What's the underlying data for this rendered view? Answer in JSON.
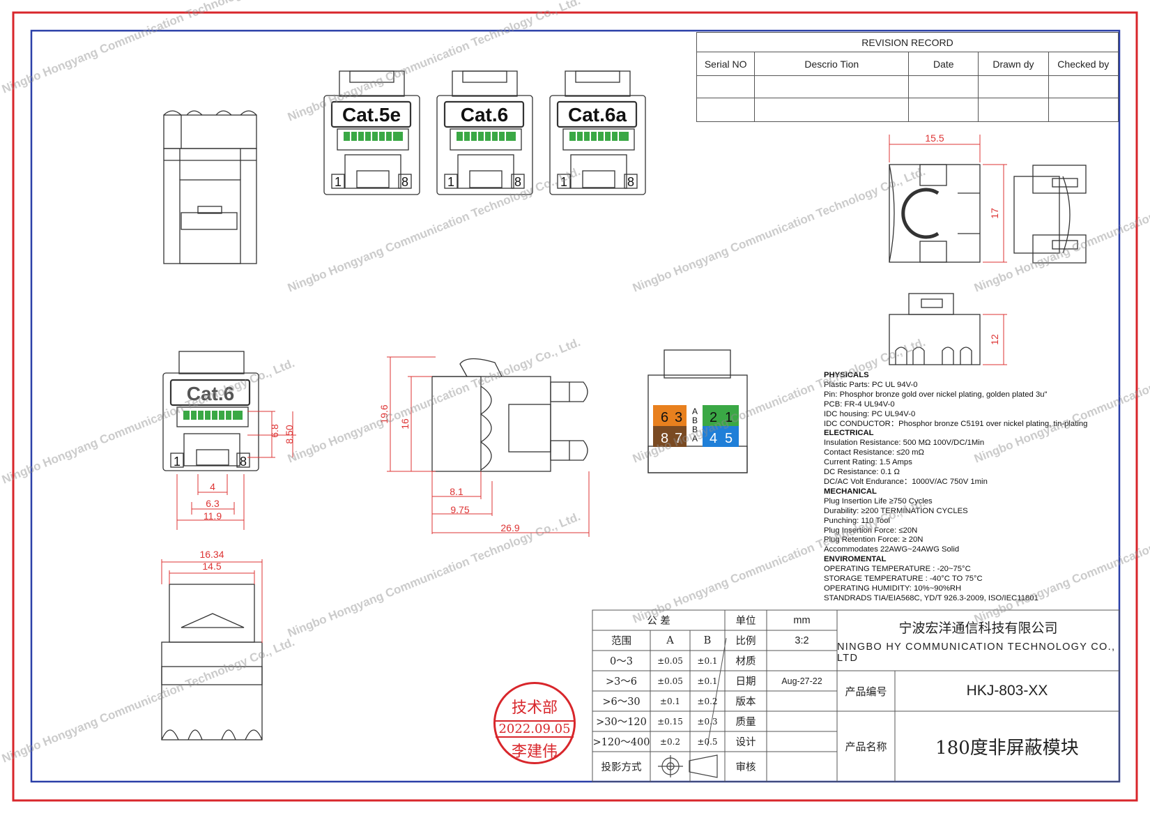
{
  "revision": {
    "title": "REVISION RECORD",
    "headers": [
      "Serial NO",
      "Descrio Tion",
      "Date",
      "Drawn dy",
      "Checked by"
    ]
  },
  "front_views": [
    {
      "label": "Cat.5e",
      "pin_left": "1",
      "pin_right": "8"
    },
    {
      "label": "Cat.6",
      "pin_left": "1",
      "pin_right": "8"
    },
    {
      "label": "Cat.6a",
      "pin_left": "1",
      "pin_right": "8"
    }
  ],
  "detail_view": {
    "label": "Cat.6",
    "pin_left": "1",
    "pin_right": "8"
  },
  "dimensions": {
    "top_width": "15.5",
    "side_height": "17",
    "bottom_height": "12",
    "opening_h": "6.8",
    "overall_h": "8.50",
    "w4": "4",
    "w63": "6.3",
    "w119": "11.9",
    "side_h196": "19.6",
    "side_h16": "16",
    "l81": "8.1",
    "l975": "9.75",
    "l269": "26.9",
    "w1634": "16.34",
    "w145": "14.5"
  },
  "wiring": {
    "left_top": [
      "6",
      "3"
    ],
    "left_bottom": [
      "8",
      "7"
    ],
    "right_top": [
      "2",
      "1"
    ],
    "right_bottom": [
      "4",
      "5"
    ],
    "mid": [
      "A",
      "B",
      "B",
      "A"
    ]
  },
  "specs": [
    {
      "type": "h",
      "text": "PHYSICALS"
    },
    {
      "type": "r",
      "text": "Plastic Parts: PC UL 94V-0"
    },
    {
      "type": "r",
      "text": "Pin: Phosphor bronze gold over nickel plating, golden plated 3u\""
    },
    {
      "type": "r",
      "text": "PCB: FR-4 UL94V-0"
    },
    {
      "type": "r",
      "text": "IDC housing:  PC UL94V-0"
    },
    {
      "type": "r",
      "text": "IDC CONDUCTOR：Phosphor bronze C5191 over nickel plating, tin-plating"
    },
    {
      "type": "h",
      "text": "ELECTRICAL"
    },
    {
      "type": "r",
      "text": "Insulation Resistance: 500 MΩ 100V/DC/1Min"
    },
    {
      "type": "r",
      "text": "Contact Resistance: ≤20 mΩ"
    },
    {
      "type": "r",
      "text": "Current Rating: 1.5 Amps"
    },
    {
      "type": "r",
      "text": "DC Resistance: 0.1 Ω"
    },
    {
      "type": "r",
      "text": "DC/AC Volt Endurance：1000V/AC 750V 1min"
    },
    {
      "type": "h",
      "text": "MECHANICAL"
    },
    {
      "type": "r",
      "text": "Plug Insertion Life ≥750 Cycles"
    },
    {
      "type": "r",
      "text": "Durability: ≥200 TERMINATION CYCLES"
    },
    {
      "type": "r",
      "text": "Punching: 110  Tool"
    },
    {
      "type": "r",
      "text": "Plug Insertion Force: ≤20N"
    },
    {
      "type": "r",
      "text": "Plug Retention Force: ≥ 20N"
    },
    {
      "type": "r",
      "text": "Accommodates 22AWG~24AWG Solid"
    },
    {
      "type": "h",
      "text": "ENVIROMENTAL"
    },
    {
      "type": "r",
      "text": "OPERATING TEMPERATURE : -20~75°C"
    },
    {
      "type": "r",
      "text": "STORAGE TEMPERATURE : -40°C TO 75°C"
    },
    {
      "type": "r",
      "text": "OPERATING HUMIDITY: 10%~90%RH"
    },
    {
      "type": "r",
      "text": "STANDRADS TIA/EIA568C, YD/T 926.3-2009, ISO/IEC11801"
    }
  ],
  "title_block": {
    "tolerance": "公  差",
    "range": "范围",
    "col_a": "A",
    "col_b": "B",
    "rows": [
      {
        "range": "0～3",
        "a": "±0.05",
        "b": "±0.1"
      },
      {
        "range": ">3～6",
        "a": "±0.05",
        "b": "±0.1"
      },
      {
        "range": ">6～30",
        "a": "±0.1",
        "b": "±0.2"
      },
      {
        "range": ">30～120",
        "a": "±0.15",
        "b": "±0.3"
      },
      {
        "range": ">120～400",
        "a": "±0.2",
        "b": "±0.5"
      }
    ],
    "projection": "投影方式",
    "labels": [
      "单位",
      "比例",
      "材质",
      "日期",
      "版本",
      "质量",
      "设计",
      "审核"
    ],
    "unit": "mm",
    "scale": "3:2",
    "date": "Aug-27-22",
    "company_cn": "宁波宏洋通信科技有限公司",
    "company_en": "NINGBO HY COMMUNICATION TECHNOLOGY CO., LTD",
    "part_no_label": "产品编号",
    "part_no": "HKJ-803-XX",
    "part_name_label": "产品名称",
    "part_name": "180度非屏蔽模块"
  },
  "stamp": {
    "line1": "技术部",
    "line2": "2022.09.05",
    "line3": "李建伟"
  },
  "watermark": "Ningbo Hongyang Communication Technology Co., Ltd."
}
